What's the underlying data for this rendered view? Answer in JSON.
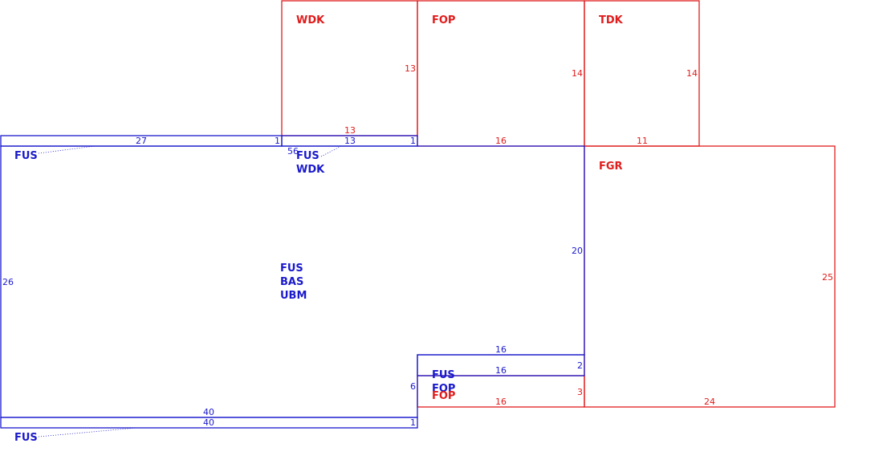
{
  "colors": {
    "blue": "#1a1acc",
    "red": "#e01c1c"
  },
  "rooms": {
    "wdk_top": "WDK",
    "fop_top": "FOP",
    "tdk_top": "TDK",
    "fgr": "FGR",
    "fus_strip_top": "FUS",
    "fus_wdk": [
      "FUS",
      "WDK"
    ],
    "fus_bas_ubm": [
      "FUS",
      "BAS",
      "UBM"
    ],
    "fus_fop": [
      "FUS",
      "FOP"
    ],
    "fop_red_bottom": "FOP",
    "fus_strip_bottom": "FUS"
  },
  "dimensions": {
    "wdk_height": "13",
    "wdk_width": "13",
    "fop_height": "14",
    "fop_width": "16",
    "tdk_height": "14",
    "tdk_width": "11",
    "fgr_height": "25",
    "fgr_width": "24",
    "strip_top_width": "27",
    "strip_top_depth": "1",
    "strip_mid_width": "13",
    "strip_mid_depth": "1",
    "strip_code": "56",
    "main_height": "26",
    "main_right_height": "20",
    "fus_fop_width_top": "16",
    "fus_fop_width_mid": "16",
    "fus_fop_depth": "2",
    "fop_bottom_width": "16",
    "fop_bottom_depth": "3",
    "main_notch_depth": "6",
    "main_bottom_width": "40",
    "strip_bottom_width": "40",
    "strip_bottom_depth": "1"
  }
}
